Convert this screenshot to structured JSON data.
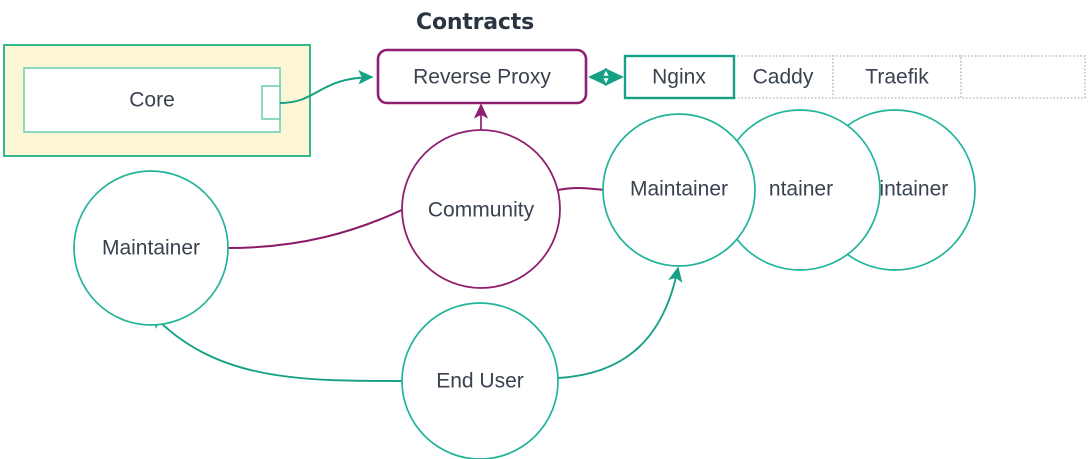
{
  "diagram": {
    "title": "Contracts",
    "colors": {
      "teal": "#16a085",
      "teal_light": "#3cb99b",
      "teal_circle": "#22b49a",
      "purple": "#8e1f6f",
      "purple_line": "#8b1a68",
      "text": "#39434f",
      "cluster_fill": "#fcf6d4",
      "cluster_border": "#34b88f",
      "inner_border": "#6fcfb2",
      "dotted_border": "#b5b5b5",
      "background": "#ffffff"
    },
    "cluster": {
      "name": "core-cluster",
      "label": "Core"
    },
    "boxes": [
      {
        "name": "reverse-proxy-box",
        "label": "Reverse Proxy",
        "style": "rounded-purple"
      }
    ],
    "table_cells": [
      {
        "name": "cell-nginx",
        "label": "Nginx",
        "style": "solid-teal"
      },
      {
        "name": "cell-caddy",
        "label": "Caddy",
        "style": "dotted"
      },
      {
        "name": "cell-traefik",
        "label": "Traefik",
        "style": "dotted"
      },
      {
        "name": "cell-empty",
        "label": "",
        "style": "dotted"
      }
    ],
    "circles": [
      {
        "name": "circle-maintainer-left",
        "label": "Maintainer",
        "color": "teal"
      },
      {
        "name": "circle-community",
        "label": "Community",
        "color": "purple"
      },
      {
        "name": "circle-maintainer-1",
        "label": "Maintainer",
        "color": "teal"
      },
      {
        "name": "circle-maintainer-2",
        "label": "ntainer",
        "color": "teal"
      },
      {
        "name": "circle-maintainer-3",
        "label": "aintainer",
        "color": "teal"
      },
      {
        "name": "circle-end-user",
        "label": "End User",
        "color": "teal"
      }
    ],
    "edges": [
      {
        "name": "edge-core-to-reverse-proxy",
        "from": "Core",
        "to": "Reverse Proxy",
        "arrow": "single",
        "color": "teal"
      },
      {
        "name": "edge-reverse-proxy-to-nginx",
        "from": "Reverse Proxy",
        "to": "Nginx",
        "arrow": "double",
        "color": "teal"
      },
      {
        "name": "edge-community-to-reverse-proxy",
        "from": "Community",
        "to": "Reverse Proxy",
        "arrow": "single",
        "color": "purple"
      },
      {
        "name": "edge-maintainer-left-to-community",
        "from": "Maintainer",
        "to": "Community",
        "arrow": "none",
        "color": "purple"
      },
      {
        "name": "edge-community-to-maintainer-right",
        "from": "Community",
        "to": "Maintainer",
        "arrow": "none",
        "color": "purple"
      },
      {
        "name": "edge-end-user-to-maintainer-left",
        "from": "End User",
        "to": "Maintainer",
        "arrow": "single",
        "color": "teal"
      },
      {
        "name": "edge-end-user-to-maintainer-right",
        "from": "End User",
        "to": "Maintainer",
        "arrow": "single",
        "color": "teal"
      }
    ]
  }
}
